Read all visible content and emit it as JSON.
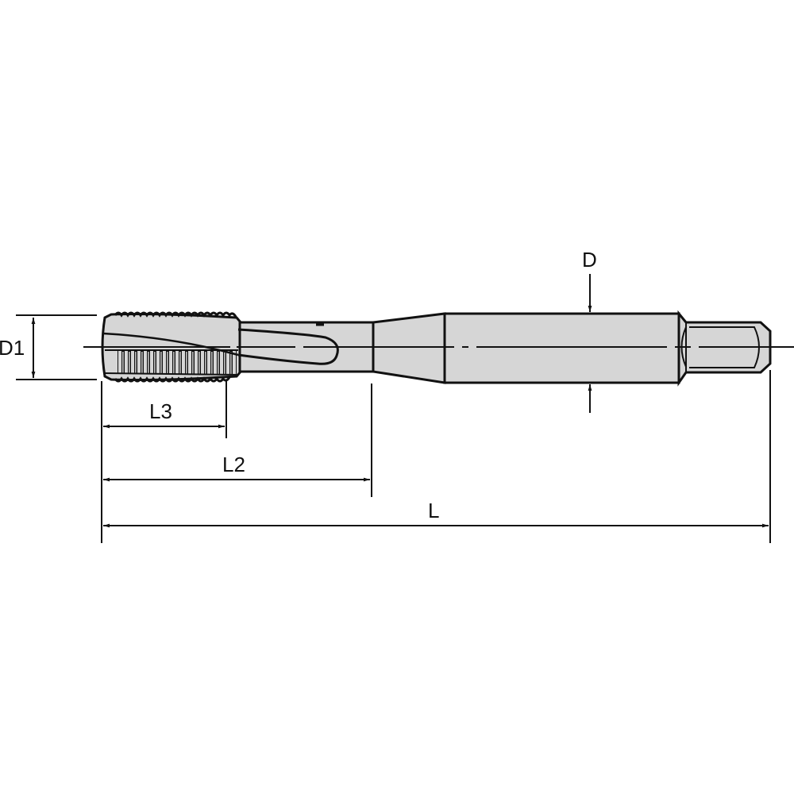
{
  "drawing": {
    "title": "Spiral point tap dimension drawing",
    "colors": {
      "body_fill": "#d6d6d6",
      "outline": "#111111",
      "background": "#ffffff"
    },
    "dimensions": {
      "D1": {
        "label": "D1"
      },
      "D": {
        "label": "D"
      },
      "L3": {
        "label": "L3"
      },
      "L2": {
        "label": "L2"
      },
      "L": {
        "label": "L"
      }
    }
  }
}
